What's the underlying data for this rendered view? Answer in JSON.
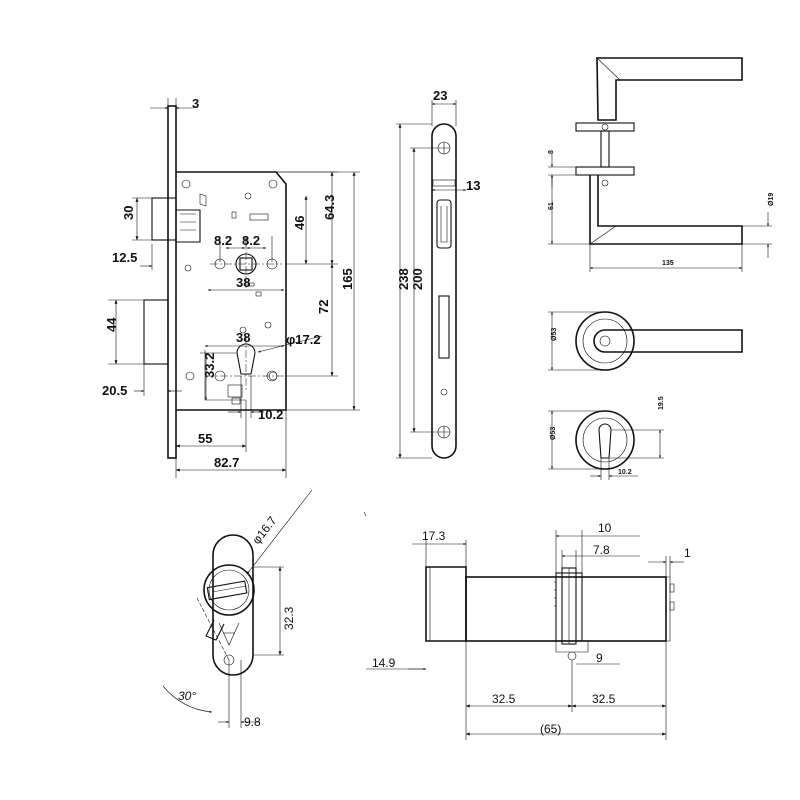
{
  "mortise_lock": {
    "faceplate_thickness": "3",
    "latch_height": "30",
    "latch_projection": "12.5",
    "spindle_offset_left": "8.2",
    "spindle_offset_right": "8.2",
    "spindle_to_top": "46",
    "upper_height": "64.3",
    "spindle_backset_line": "38",
    "cylinder_backset_line": "38",
    "center_distance": "72",
    "body_height": "165",
    "cylinder_diameter": "φ17.2",
    "deadbolt_height": "44",
    "cylinder_height": "33.2",
    "deadbolt_projection": "20.5",
    "cylinder_width": "10.2",
    "backset": "55",
    "case_depth": "82.7"
  },
  "faceplate": {
    "width": "23",
    "thickness": "13",
    "total_length": "238",
    "case_length": "200"
  },
  "handle": {
    "rose_thickness": "8",
    "rose_to_lever": "61",
    "lever_diameter": "Ø19",
    "lever_length": "135",
    "rose_diameter": "Ø53"
  },
  "escutcheon": {
    "diameter": "Ø53",
    "keyhole_height": "19.5",
    "keyhole_width": "10.2"
  },
  "cylinder_end_view": {
    "diameter": "φ16.7",
    "height": "32.3",
    "cam_angle": "30°",
    "cam_width": "9.8"
  },
  "cylinder_side_view": {
    "knob_length": "17.3",
    "cam_slot": "10",
    "cam_width": "7.8",
    "end_offset": "1",
    "knob_height": "14.9",
    "screw_hole": "9",
    "half_left": "32.5",
    "half_right": "32.5",
    "total_length": "(65)"
  }
}
